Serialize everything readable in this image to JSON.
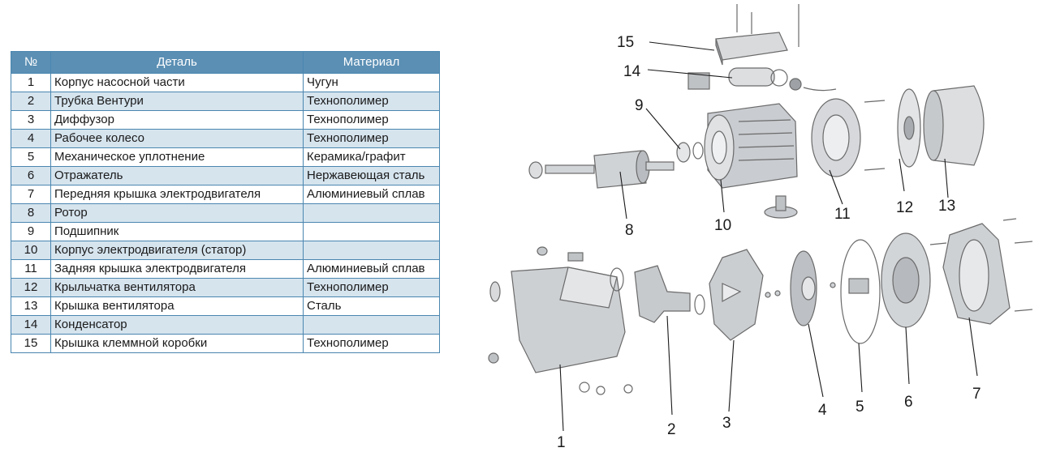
{
  "table": {
    "headers": {
      "num": "№",
      "part": "Деталь",
      "material": "Материал"
    },
    "rows": [
      {
        "num": "1",
        "part": "Корпус насосной части",
        "material": "Чугун"
      },
      {
        "num": "2",
        "part": "Трубка Вентури",
        "material": "Технополимер"
      },
      {
        "num": "3",
        "part": "Диффузор",
        "material": "Технополимер"
      },
      {
        "num": "4",
        "part": "Рабочее колесо",
        "material": "Технополимер"
      },
      {
        "num": "5",
        "part": "Механическое уплотнение",
        "material": "Керамика/графит"
      },
      {
        "num": "6",
        "part": "Отражатель",
        "material": "Нержавеющая сталь"
      },
      {
        "num": "7",
        "part": "Передняя крышка электродвигателя",
        "material": "Алюминиевый сплав"
      },
      {
        "num": "8",
        "part": "Ротор",
        "material": ""
      },
      {
        "num": "9",
        "part": "Подшипник",
        "material": ""
      },
      {
        "num": "10",
        "part": "Корпус электродвигателя (статор)",
        "material": ""
      },
      {
        "num": "11",
        "part": "Задняя крышка электродвигателя",
        "material": "Алюминиевый сплав"
      },
      {
        "num": "12",
        "part": "Крыльчатка вентилятора",
        "material": "Технополимер"
      },
      {
        "num": "13",
        "part": "Крышка вентилятора",
        "material": "Сталь"
      },
      {
        "num": "14",
        "part": "Конденсатор",
        "material": ""
      },
      {
        "num": "15",
        "part": "Крышка клеммной коробки",
        "material": "Технополимер"
      }
    ]
  },
  "diagram": {
    "callouts": [
      "1",
      "2",
      "3",
      "4",
      "5",
      "6",
      "7",
      "8",
      "9",
      "10",
      "11",
      "12",
      "13",
      "14",
      "15"
    ],
    "part_color": "#d0d3d6",
    "part_stroke": "#6a6a6a"
  }
}
